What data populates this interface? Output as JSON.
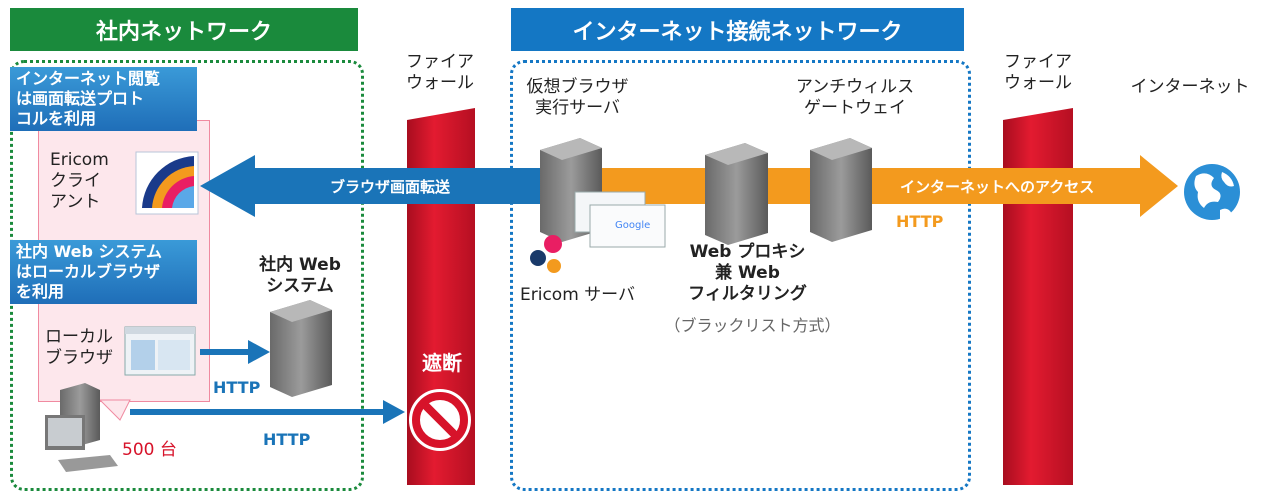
{
  "zones": {
    "internal": "社内ネットワーク",
    "internet_connected": "インターネット接続ネットワーク"
  },
  "firewall_left": "ファイア\nウォール",
  "firewall_right": "ファイア\nウォール",
  "internet_label": "インターネット",
  "virtual_browser_server": "仮想ブラウザ\n実行サーバ",
  "antivirus_gateway": "アンチウィルス\nゲートウェイ",
  "callout_1": "インターネット閲覧\nは画面転送プロト\nコルを利用",
  "callout_2": "社内 Web システム\nはローカルブラウザ\nを利用",
  "ericom_client": "Ericom\nクライ\nアント",
  "local_browser": "ローカル\nブラウザ",
  "client_count": "500 台",
  "internal_web": "社内 Web\nシステム",
  "block_label": "遮断",
  "browser_transfer": "ブラウザ画面転送",
  "internet_access": "インターネットへのアクセス",
  "http_labels": {
    "right": "HTTP",
    "web": "HTTP",
    "blocked": "HTTP"
  },
  "ericom_server": "Ericom サーバ",
  "proxy": "Web プロキシ\n兼 Web\nフィルタリング",
  "blacklist": "（ブラックリスト方式）",
  "colors": {
    "green": "#1a8a3c",
    "blue": "#1477c4",
    "orange": "#f39a1e",
    "red": "#d7132a",
    "navy": "#1a74b8"
  }
}
